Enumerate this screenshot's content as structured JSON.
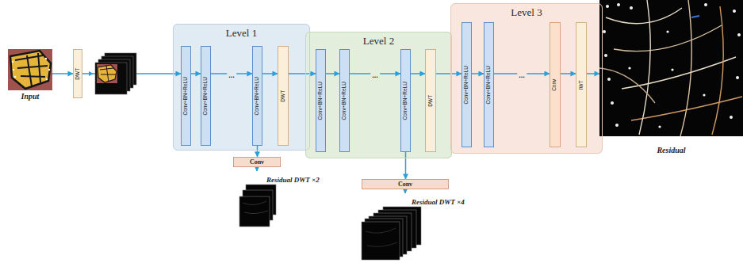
{
  "diagram": {
    "nodes": [
      {
        "text": [
          "Input"
        ]
      },
      {
        "text": [
          "DWT"
        ]
      },
      {
        "text": [
          "Level 1"
        ]
      },
      {
        "text": [
          "Conv+BN+ReLU"
        ],
        "in": 2
      },
      {
        "text": [
          "Conv+BN+ReLU"
        ],
        "in": 2
      },
      {
        "text": [
          "Conv+BN+ReLU"
        ],
        "in": 2
      },
      {
        "text": [
          "DWT"
        ],
        "in": 2
      },
      {
        "text": [
          "Conv"
        ]
      },
      {
        "text": [
          "Residual DWT ×2"
        ]
      },
      {
        "text": [
          "Level 2"
        ]
      },
      {
        "text": [
          "Conv+BN+ReLU"
        ],
        "in": 9
      },
      {
        "text": [
          "Conv+BN+ReLU"
        ],
        "in": 9
      },
      {
        "text": [
          "Conv+BN+ReLU"
        ],
        "in": 9
      },
      {
        "text": [
          "DWT"
        ],
        "in": 9
      },
      {
        "text": [
          "Conv"
        ]
      },
      {
        "text": [
          "Residual DWT ×4"
        ]
      },
      {
        "text": [
          "Level 3"
        ]
      },
      {
        "text": [
          "Conv+BN+ReLU"
        ],
        "in": 16
      },
      {
        "text": [
          "Conv+BN+ReLU"
        ],
        "in": 16
      },
      {
        "text": [
          "Conv"
        ],
        "in": 16
      },
      {
        "text": [
          "IWT"
        ],
        "in": 16
      },
      {
        "text": [
          "Residual"
        ]
      }
    ],
    "edges": [
      {
        "from": 0,
        "to": 1,
        "arrow": "to"
      },
      {
        "from": 1,
        "to": 3,
        "arrow": "to"
      },
      {
        "from": 3,
        "to": 4,
        "arrow": "to"
      },
      {
        "from": 4,
        "to": 5,
        "arrow": "to"
      },
      {
        "from": 5,
        "to": 6,
        "arrow": "to"
      },
      {
        "from": 5,
        "to": 7,
        "arrow": "to"
      },
      {
        "from": 7,
        "to": 8,
        "arrow": "to"
      },
      {
        "from": 6,
        "to": 10,
        "arrow": "to"
      },
      {
        "from": 10,
        "to": 11,
        "arrow": "to"
      },
      {
        "from": 11,
        "to": 12,
        "arrow": "to"
      },
      {
        "from": 12,
        "to": 13,
        "arrow": "to"
      },
      {
        "from": 12,
        "to": 14,
        "arrow": "to"
      },
      {
        "from": 14,
        "to": 15,
        "arrow": "to"
      },
      {
        "from": 13,
        "to": 17,
        "arrow": "to"
      },
      {
        "from": 17,
        "to": 18,
        "arrow": "to"
      },
      {
        "from": 18,
        "to": 19,
        "arrow": "to"
      },
      {
        "from": 19,
        "to": 20,
        "arrow": "to"
      },
      {
        "from": 20,
        "to": 21,
        "arrow": "to"
      }
    ],
    "labels": [
      "...",
      "...",
      "..."
    ]
  }
}
